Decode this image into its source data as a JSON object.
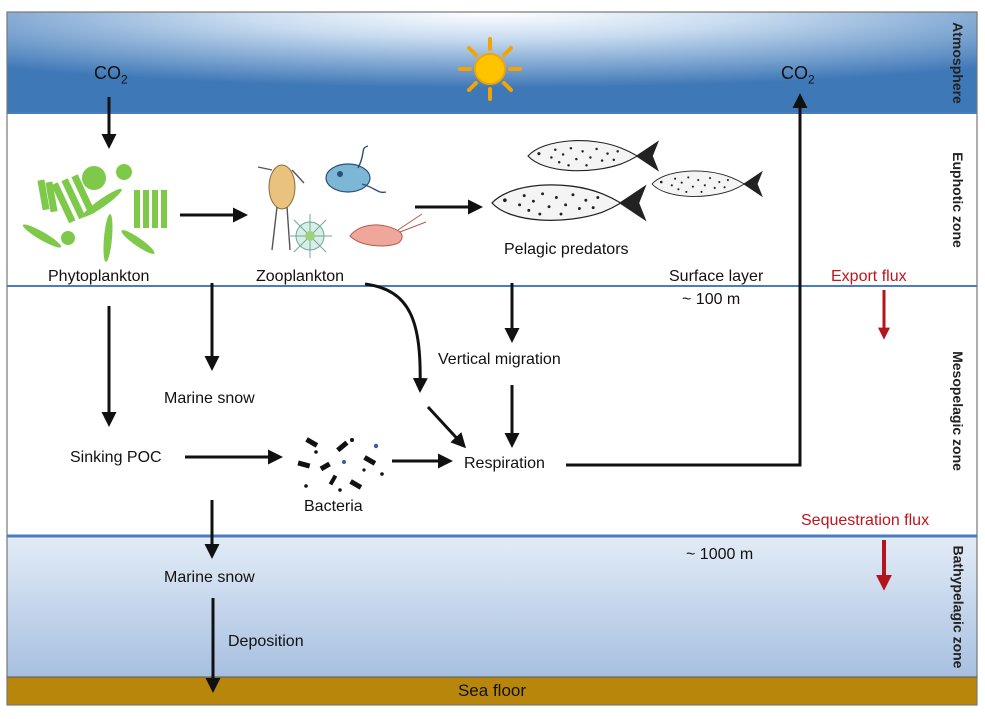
{
  "zones": {
    "atmosphere": "Atmosphere",
    "euphotic": "Euphotic zone",
    "mesopelagic": "Mesopelagic zone",
    "bathypelagic": "Bathypelagic zone"
  },
  "labels": {
    "co2_left_main": "CO",
    "co2_left_sub": "2",
    "co2_right_main": "CO",
    "co2_right_sub": "2",
    "phytoplankton": "Phytoplankton",
    "zooplankton": "Zooplankton",
    "pelagic_predators": "Pelagic predators",
    "surface_layer": "Surface layer",
    "depth_100": "~ 100 m",
    "export_flux": "Export flux",
    "vertical_migration": "Vertical migration",
    "marine_snow_upper": "Marine snow",
    "sinking_poc": "Sinking POC",
    "bacteria": "Bacteria",
    "respiration": "Respiration",
    "sequestration_flux": "Sequestration flux",
    "depth_1000": "~ 1000 m",
    "marine_snow_lower": "Marine snow",
    "deposition": "Deposition",
    "sea_floor": "Sea floor"
  },
  "colors": {
    "sky": "#3f78b7",
    "phytoplankton": "#7ec94a",
    "flux_arrow": "#b4141c",
    "sea_floor": "#b8860b",
    "zone_line": "#4a7cc0"
  }
}
